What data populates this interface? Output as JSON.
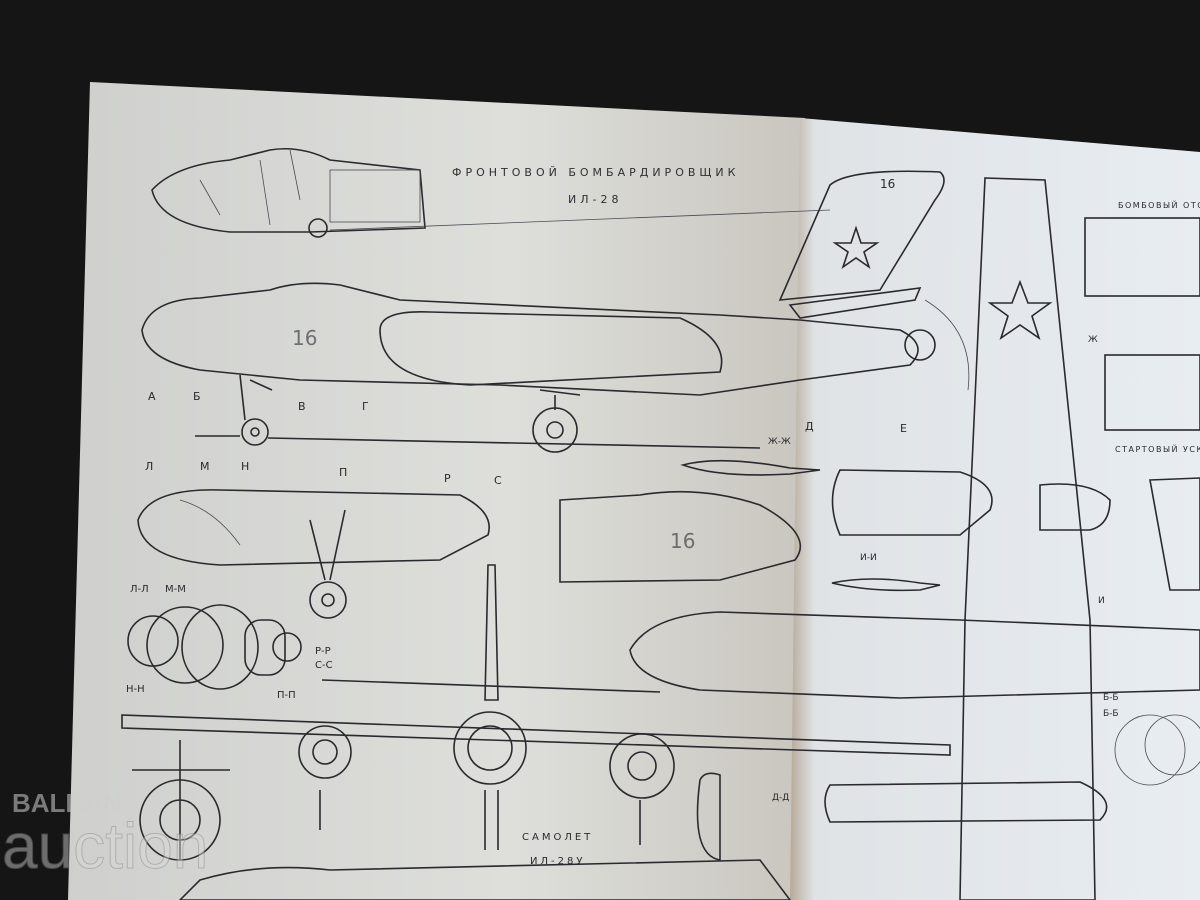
{
  "left_page": {
    "title_line1": "ФРОНТОВОЙ БОМБАРДИРОВЩИК",
    "title_line2": "ИЛ-28",
    "bottom_title_line1": "САМОЛЕТ",
    "bottom_title_line2": "ИЛ-28У",
    "fuselage_number": "16",
    "station_marks_row1": [
      "А",
      "Б",
      "В",
      "Г"
    ],
    "station_marks_row2": [
      "Л",
      "М",
      "Н",
      "П",
      "Р",
      "С"
    ],
    "station_marks_right": [
      "Д",
      "Е"
    ],
    "section_labels": [
      "Л-Л",
      "М-М",
      "Н-Н",
      "П-П",
      "Р-Р",
      "С-С",
      "Ж-Ж",
      "И-И"
    ]
  },
  "right_page": {
    "caption_bomb_bay": "БОМБОВЫЙ ОТСЕ",
    "caption_booster": "СТАРТОВЫЙ УСКО",
    "section_labels": [
      "Б-Б",
      "Д-Д",
      "Ж",
      "И"
    ],
    "fin_number": "16"
  },
  "watermark": {
    "line1": "BALKAN",
    "line2": "auction"
  },
  "colors": {
    "background": "#151515",
    "left_page": "#dcdcd8",
    "right_page": "#e6ebf0",
    "ink": "#2a2a2e"
  }
}
